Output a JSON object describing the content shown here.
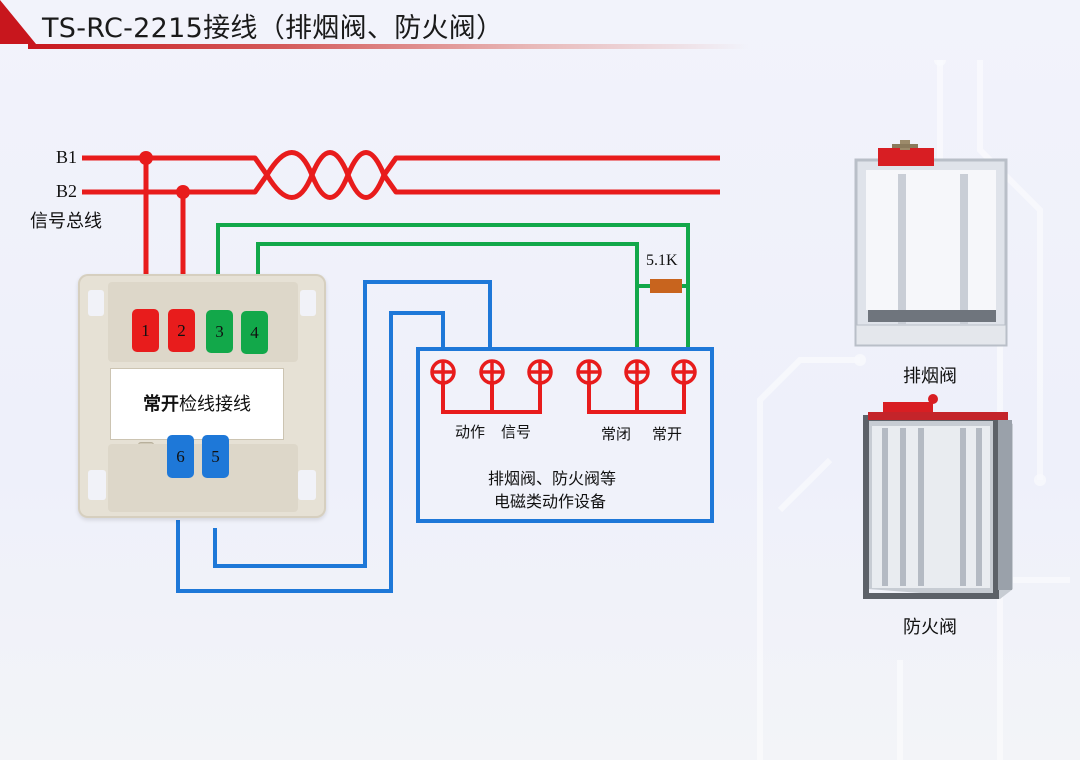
{
  "header": {
    "title": "TS-RC-2215接线（排烟阀、防火阀）"
  },
  "colors": {
    "accent": "#c8161d",
    "bus_wire": "#e81c1c",
    "green_wire": "#12a84a",
    "blue_wire": "#1e78d8",
    "resistor": "#c8641e"
  },
  "bus": {
    "b1_label": "B1",
    "b2_label": "B2",
    "caption": "信号总线"
  },
  "module": {
    "label_bold": "常开",
    "label_rest": "检线接线",
    "terminals_top": [
      {
        "num": "1",
        "color": "red"
      },
      {
        "num": "2",
        "color": "red"
      },
      {
        "num": "3",
        "color": "green"
      },
      {
        "num": "4",
        "color": "green"
      }
    ],
    "terminals_bottom": [
      {
        "num": "6",
        "color": "blue"
      },
      {
        "num": "5",
        "color": "blue"
      }
    ]
  },
  "resistor": {
    "label": "5.1K"
  },
  "device_box": {
    "terminal_labels": [
      "动作",
      "信号",
      "常闭",
      "常开"
    ],
    "desc_line1": "排烟阀、防火阀等",
    "desc_line2": "电磁类动作设备"
  },
  "photos": [
    {
      "caption": "排烟阀",
      "icon": "smoke-exhaust-valve-photo"
    },
    {
      "caption": "防火阀",
      "icon": "fire-damper-photo"
    }
  ]
}
